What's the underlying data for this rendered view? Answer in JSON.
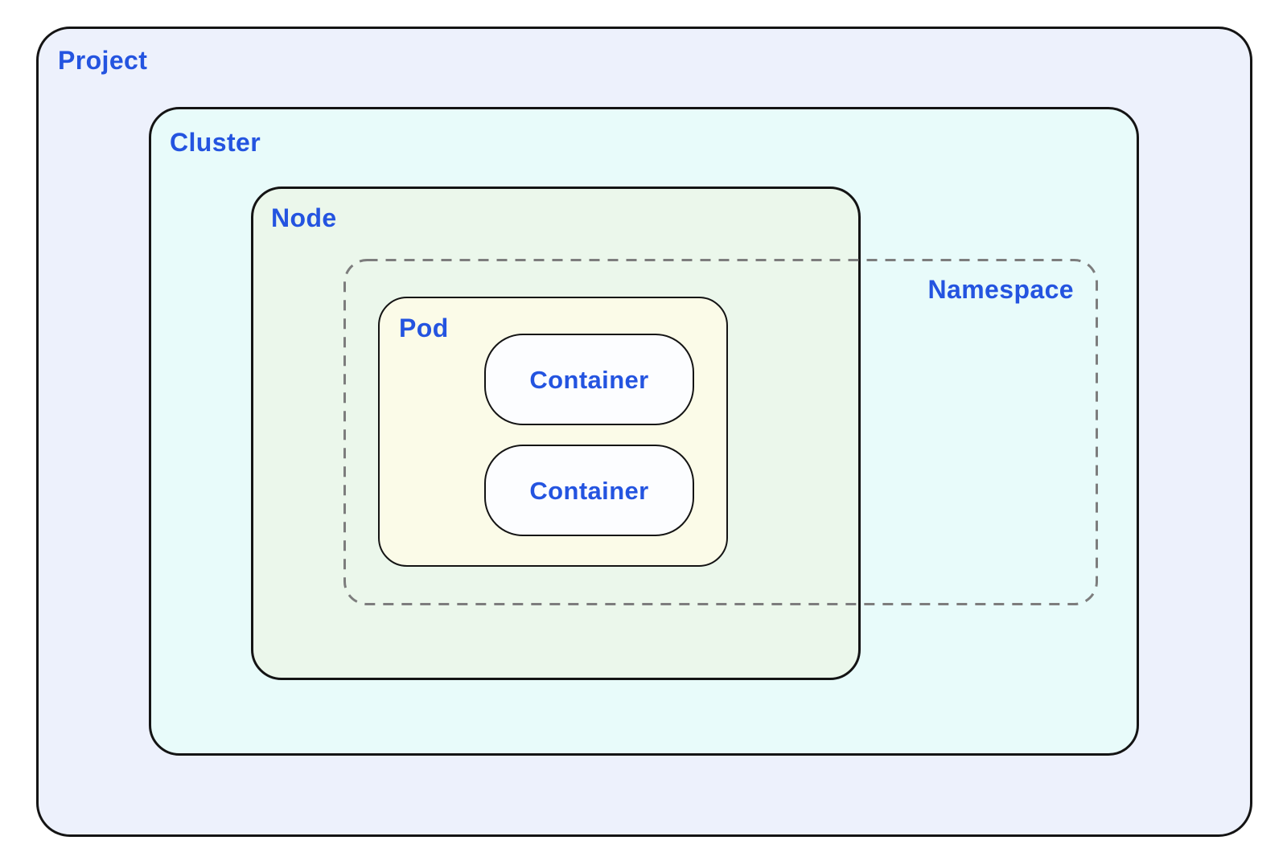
{
  "labels": {
    "project": "Project",
    "cluster": "Cluster",
    "node": "Node",
    "namespace": "Namespace",
    "pod": "Pod"
  },
  "containers": [
    "Container",
    "Container"
  ],
  "colors": {
    "label_text": "#2454e0",
    "box_border": "#141414",
    "namespace_dash_border": "#7d7d7d",
    "page_bg": "#ffffff",
    "project_bg": "#edf1fc",
    "cluster_bg": "#e8fbfa",
    "node_bg": "#ebf7eb",
    "pod_bg": "#fbfbe8",
    "container_bg": "#fcfdff"
  }
}
